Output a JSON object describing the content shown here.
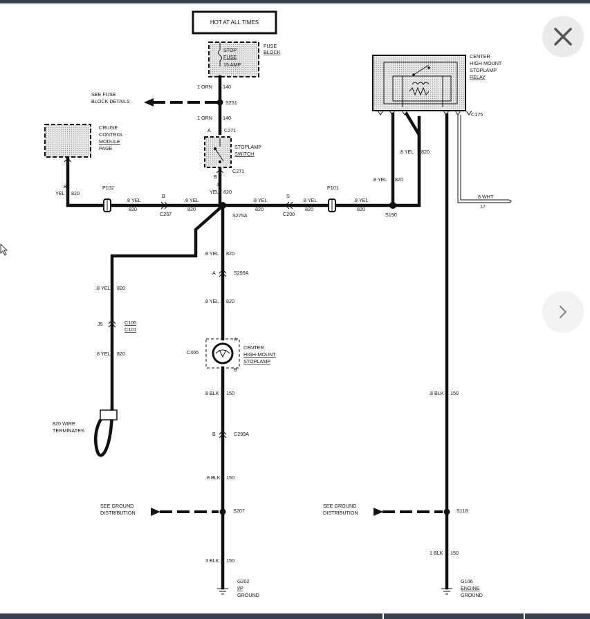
{
  "controls": {
    "close_icon": "close-icon",
    "next_icon": "chevron-right-icon"
  },
  "colors": {
    "wire": "#111111",
    "shade": "#d8d8d8",
    "button_bg": "#ebebeb",
    "bar": "#3a4250"
  },
  "diagram": {
    "hot": "HOT AT ALL TIMES",
    "fuse": [
      "STOP",
      "FUSE",
      "15 AMP"
    ],
    "fuse_block": [
      "FUSE",
      "BLOCK"
    ],
    "orn1": "1 ORN",
    "c140a": "140",
    "see_fuse": [
      "SEE FUSE",
      "BLOCK DETAILS"
    ],
    "s251": "S251",
    "orn2": "1 ORN",
    "c140b": "140",
    "conn_a1": "A",
    "c271a": "C271",
    "stoplamp_switch": [
      "STOPLAMP",
      "SWITCH"
    ],
    "conn_b1": "B",
    "c271b": "C271",
    "cruise": [
      "CRUISE",
      "CONTROL",
      "MODULE",
      "PAGE"
    ],
    "relay": [
      "CENTER",
      "HIGH MOUNT",
      "STOPLAMP",
      "RELAY"
    ],
    "c175": "C175",
    "w_08a": ".8",
    "w_yela": "YEL",
    "w_820a": "820",
    "p102": "P102",
    "w_08yel_1": ".8 YEL",
    "w_820_1": "820",
    "conn_b2": "B",
    "w_08yel_2": ".8 YEL",
    "w_820_2": "820",
    "c267": "C267",
    "w_08b": ".8",
    "w_yelb": "YEL",
    "w_820b": "820",
    "s275a": "S275A",
    "w_08yel_3": ".8 YEL",
    "w_820_3": "820",
    "conn_s": "S",
    "c200": "C200",
    "w_08yel_4": ".8 YEL",
    "w_820_4": "820",
    "p101": "P101",
    "w_08yel_5": ".8 YEL",
    "w_820_5": "820",
    "s190": "S190",
    "w_08yel_6": ".8 YEL",
    "w_820_6": "820",
    "w_08yel_7": ".8 YEL",
    "w_820_7": "820",
    "w_08wht": ".8 WHT",
    "w_17": "17",
    "w_08yel_8": ".8 YEL",
    "w_820_8": "820",
    "conn_a2": "A",
    "s299a": "S299A",
    "w_08yel_9": ".8 YEL",
    "w_820_9": "820",
    "w_08yel_10": ".8 YEL",
    "w_820_10": "820",
    "j5": "J5",
    "c100": "C100",
    "c101": "C101",
    "w_08yel_11": ".8 YEL",
    "w_820_11": "820",
    "c405": "C405",
    "conn_a3": "A",
    "conn_b3": "B",
    "center_lamp": [
      "CENTER",
      "HIGH-MOUNT",
      "STOPLAMP"
    ],
    "w_08blk_1": ".8 BLK",
    "w_150_1": "150",
    "w_08blk_2": ".8 BLK",
    "w_150_2": "150",
    "wire820_term": [
      "820 WIRE",
      "TERMINATES"
    ],
    "conn_b4": "B",
    "c299a": "C299A",
    "w_08blk_3": ".8 BLK",
    "w_150_3": "150",
    "see_ground_1": [
      "SEE GROUND",
      "DISTRIBUTION"
    ],
    "s207": "S207",
    "see_ground_2": [
      "SEE GROUND",
      "DISTRIBUTION"
    ],
    "s118": "S118",
    "w_3blk": "3 BLK",
    "w_150_4": "150",
    "w_1blk": "1 BLK",
    "w_150_5": "150",
    "g202": [
      "G202",
      "I/P",
      "GROUND"
    ],
    "g106": [
      "G106",
      "ENGINE",
      "GROUND"
    ]
  }
}
